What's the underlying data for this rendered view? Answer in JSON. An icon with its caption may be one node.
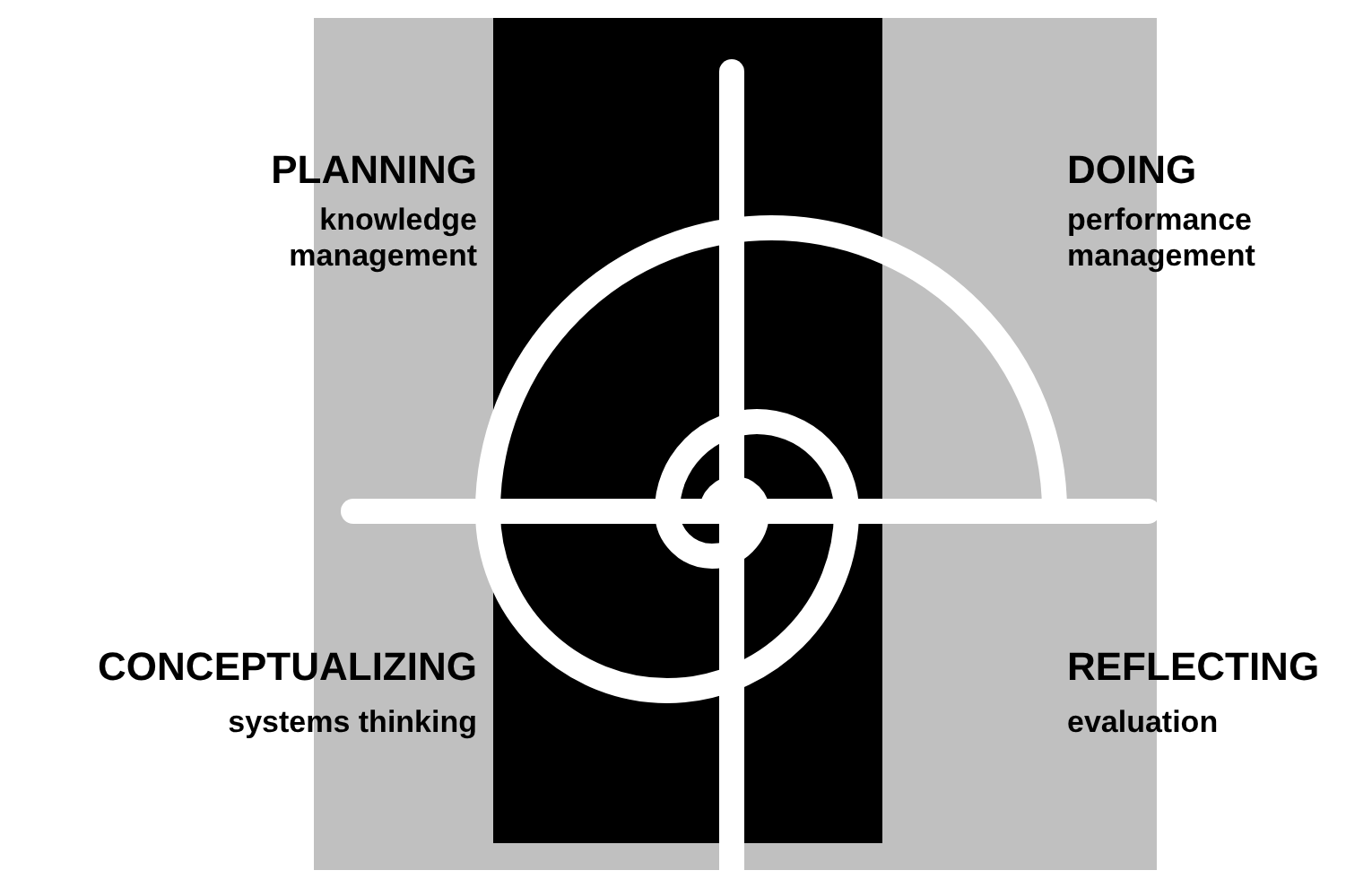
{
  "diagram": {
    "labels": [
      "PLANNING",
      "knowledge management",
      "DOING",
      "performance management",
      "CONCEPTUALIZING",
      "systems thinking",
      "REFLECTING",
      "evaluation"
    ]
  }
}
